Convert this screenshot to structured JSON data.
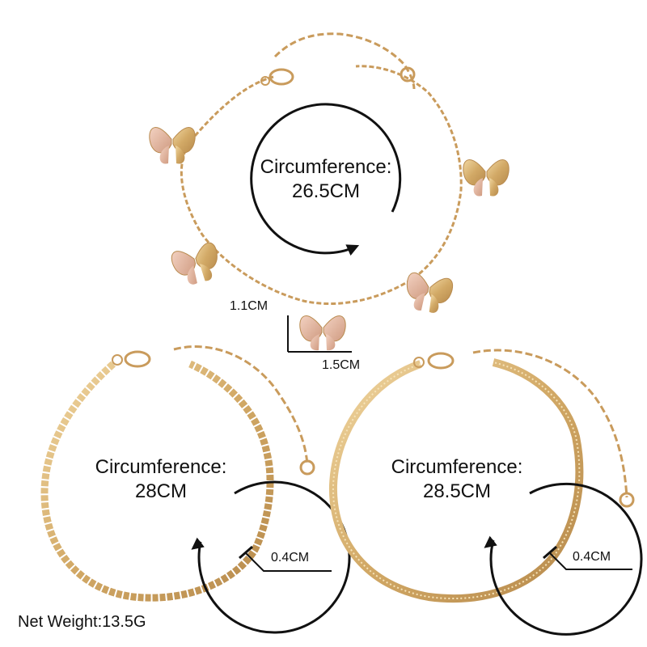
{
  "anklets": [
    {
      "circumference_label": "Circumference:",
      "circumference_value": "26.5CM",
      "charm": "butterfly"
    },
    {
      "circumference_label": "Circumference:",
      "circumference_value": "28CM",
      "chain": "curb",
      "width": "0.4CM"
    },
    {
      "circumference_label": "Circumference:",
      "circumference_value": "28.5CM",
      "chain": "snake",
      "width": "0.4CM"
    }
  ],
  "charm_size": {
    "height": "1.1CM",
    "width": "1.5CM"
  },
  "net_weight": "Net Weight:13.5G",
  "colors": {
    "gold": "#d9b57a",
    "gold_dark": "#b88a4e",
    "rose": "#e8b9a6",
    "arrow": "#111111"
  }
}
